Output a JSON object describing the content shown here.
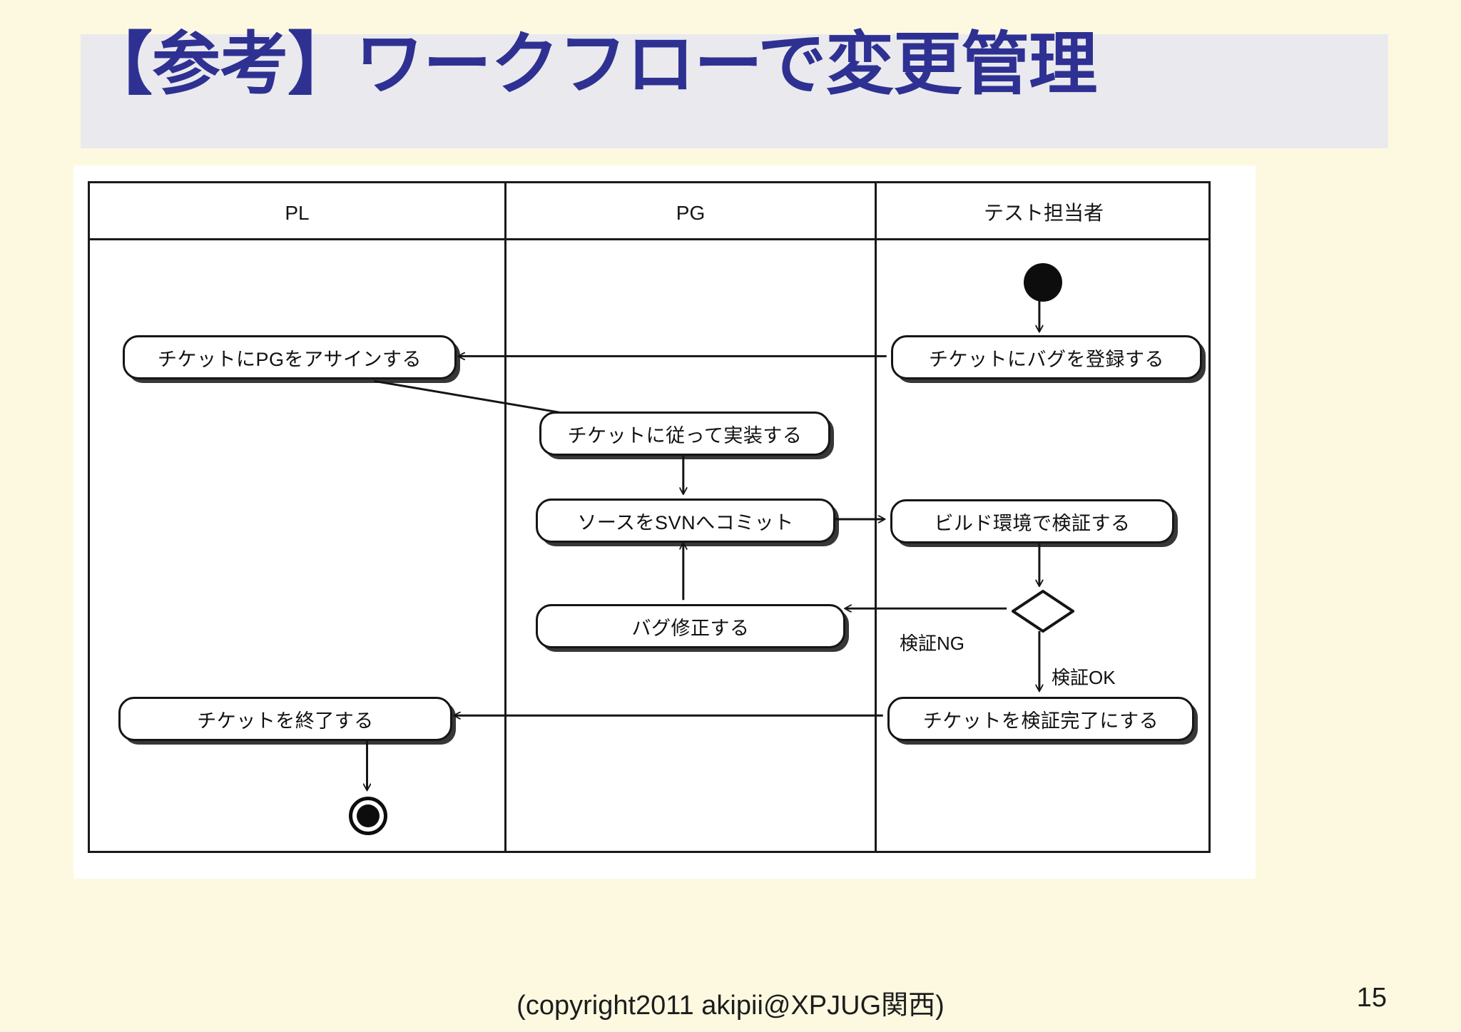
{
  "slide": {
    "title": "【参考】ワークフローで変更管理",
    "page_number": "15",
    "footer": "(copyright2011 akipii@XPJUG関西)",
    "title_color": "#2e3192",
    "title_band_color": "#eaeaee",
    "background_color": "#fdf9e0",
    "panel_color": "#ffffff",
    "line_color": "#151515"
  },
  "diagram": {
    "type": "uml-activity-swimlane",
    "lanes": [
      {
        "label": "PL"
      },
      {
        "label": "PG"
      },
      {
        "label": "テスト担当者"
      }
    ],
    "nodes": [
      {
        "id": "start",
        "kind": "initial-node",
        "lane": "テスト担当者",
        "label": ""
      },
      {
        "id": "register",
        "kind": "activity",
        "lane": "テスト担当者",
        "label": "チケットにバグを登録する"
      },
      {
        "id": "assign",
        "kind": "activity",
        "lane": "PL",
        "label": "チケットにPGをアサインする"
      },
      {
        "id": "implement",
        "kind": "activity",
        "lane": "PG",
        "label": "チケットに従って実装する"
      },
      {
        "id": "commit",
        "kind": "activity",
        "lane": "PG",
        "label": "ソースをSVNへコミット"
      },
      {
        "id": "verify",
        "kind": "activity",
        "lane": "テスト担当者",
        "label": "ビルド環境で検証する"
      },
      {
        "id": "decision",
        "kind": "decision-node",
        "lane": "テスト担当者",
        "label": ""
      },
      {
        "id": "bugfix",
        "kind": "activity",
        "lane": "PG",
        "label": "バグ修正する"
      },
      {
        "id": "done",
        "kind": "activity",
        "lane": "テスト担当者",
        "label": "チケットを検証完了にする"
      },
      {
        "id": "close",
        "kind": "activity",
        "lane": "PL",
        "label": "チケットを終了する"
      },
      {
        "id": "end",
        "kind": "final-node",
        "lane": "PL",
        "label": ""
      }
    ],
    "edges": [
      {
        "from": "start",
        "to": "register",
        "label": ""
      },
      {
        "from": "register",
        "to": "assign",
        "label": ""
      },
      {
        "from": "assign",
        "to": "implement",
        "label": ""
      },
      {
        "from": "implement",
        "to": "commit",
        "label": ""
      },
      {
        "from": "commit",
        "to": "verify",
        "label": ""
      },
      {
        "from": "verify",
        "to": "decision",
        "label": ""
      },
      {
        "from": "decision",
        "to": "bugfix",
        "label": "検証NG"
      },
      {
        "from": "bugfix",
        "to": "commit",
        "label": ""
      },
      {
        "from": "decision",
        "to": "done",
        "label": "検証OK"
      },
      {
        "from": "done",
        "to": "close",
        "label": ""
      },
      {
        "from": "close",
        "to": "end",
        "label": ""
      }
    ],
    "edge_labels": {
      "ng": "検証NG",
      "ok": "検証OK"
    }
  }
}
